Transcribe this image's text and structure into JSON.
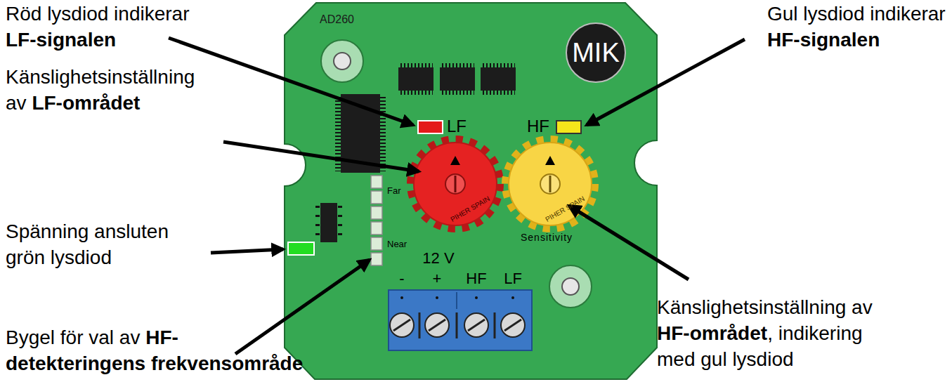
{
  "diagram": {
    "nodes": [
      {
        "text": [
          "MIK"
        ]
      }
    ],
    "labels": [
      "Röd lysdiod indikerar",
      "LF-signalen",
      "Känslighetsinställning",
      "av",
      "LF-området",
      "Spänning ansluten",
      "grön lysdiod",
      "Bygel för val av",
      "HF-",
      "detekteringens frekvensområde",
      "Gul lysdiod indikerar",
      "HF-signalen",
      "Känslighetsinställning av",
      "HF-området",
      ", indikering",
      "med gul lysdiod",
      "AD260",
      "LF",
      "HF",
      "Far",
      "Near",
      "Sensitivity",
      "12 V",
      "-",
      "+",
      "HF",
      "LF",
      "PIHER SPAIN",
      "PIHER SPAIN"
    ]
  }
}
